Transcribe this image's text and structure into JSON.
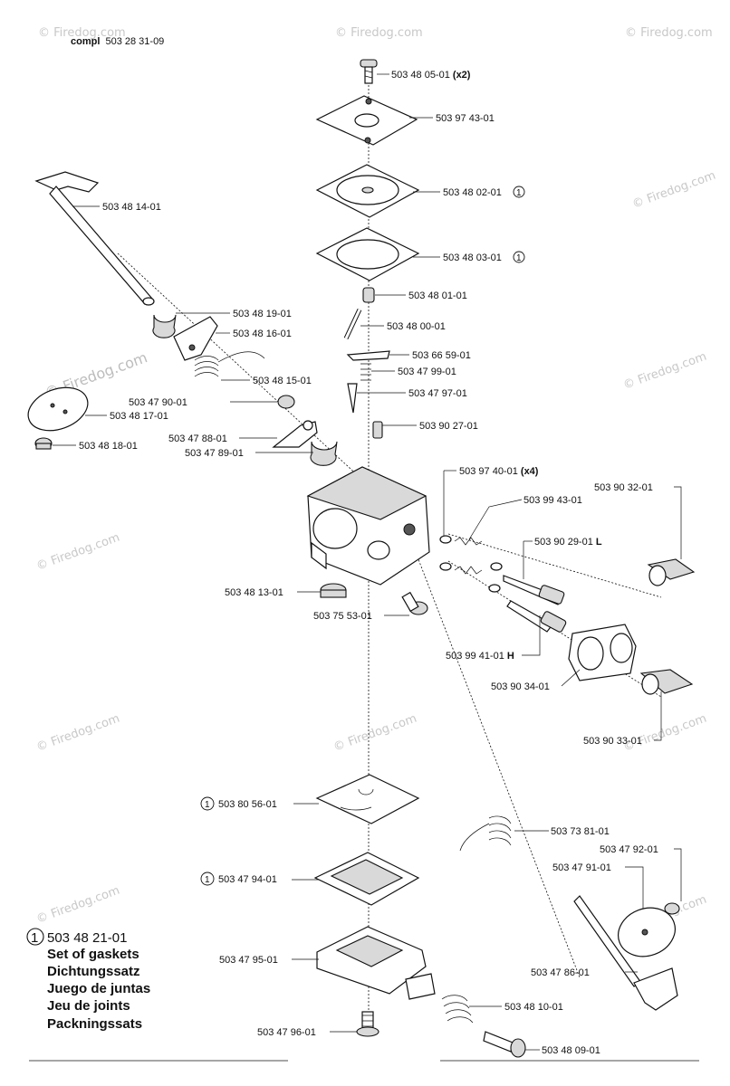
{
  "header": {
    "prefix": "compl",
    "number": "503 28 31-09"
  },
  "watermark": "© Firedog.com",
  "callouts": [
    {
      "id": "c01",
      "text": "503 48 05-01",
      "suffix": "(x2)"
    },
    {
      "id": "c02",
      "text": "503 97 43-01"
    },
    {
      "id": "c03",
      "text": "503 48 02-01",
      "circle": "1"
    },
    {
      "id": "c04",
      "text": "503 48 03-01",
      "circle": "1"
    },
    {
      "id": "c05",
      "text": "503 48 01-01"
    },
    {
      "id": "c06",
      "text": "503 48 00-01"
    },
    {
      "id": "c07",
      "text": "503 66 59-01"
    },
    {
      "id": "c08",
      "text": "503 47 99-01"
    },
    {
      "id": "c09",
      "text": "503 47 97-01"
    },
    {
      "id": "c10",
      "text": "503 90 27-01"
    },
    {
      "id": "c11",
      "text": "503 48 14-01"
    },
    {
      "id": "c12",
      "text": "503 48 19-01"
    },
    {
      "id": "c13",
      "text": "503 48 16-01"
    },
    {
      "id": "c14",
      "text": "503 48 15-01"
    },
    {
      "id": "c15",
      "text": "503 47 90-01"
    },
    {
      "id": "c16",
      "text": "503 48 17-01"
    },
    {
      "id": "c17",
      "text": "503 48 18-01"
    },
    {
      "id": "c18",
      "text": "503 47 88-01"
    },
    {
      "id": "c19",
      "text": "503 47 89-01"
    },
    {
      "id": "c20",
      "text": "503 97 40-01",
      "suffix": "(x4)"
    },
    {
      "id": "c21",
      "text": "503 99 43-01"
    },
    {
      "id": "c22",
      "text": "503 90 32-01"
    },
    {
      "id": "c23",
      "text": "503 90 29-01",
      "suffix": "L"
    },
    {
      "id": "c24",
      "text": "503 48 13-01"
    },
    {
      "id": "c25",
      "text": "503 75 53-01"
    },
    {
      "id": "c26",
      "text": "503 99 41-01",
      "suffix": "H"
    },
    {
      "id": "c27",
      "text": "503 90 34-01"
    },
    {
      "id": "c28",
      "text": "503 90 33-01"
    },
    {
      "id": "c29",
      "text": "503 80 56-01",
      "circle": "1"
    },
    {
      "id": "c30",
      "text": "503 73 81-01"
    },
    {
      "id": "c31",
      "text": "503 47 92-01"
    },
    {
      "id": "c32",
      "text": "503 47 91-01"
    },
    {
      "id": "c33",
      "text": "503 47 94-01",
      "circle": "1"
    },
    {
      "id": "c34",
      "text": "503 47 95-01"
    },
    {
      "id": "c35",
      "text": "503 47 86-01"
    },
    {
      "id": "c36",
      "text": "503 48 10-01"
    },
    {
      "id": "c37",
      "text": "503 47 96-01"
    },
    {
      "id": "c38",
      "text": "503 48 09-01"
    }
  ],
  "legend": {
    "circle": "1",
    "number": "503 48 21-01",
    "lines": [
      "Set of gaskets",
      "Dichtungssatz",
      "Juego de juntas",
      "Jeu de joints",
      "Packningssats"
    ]
  }
}
